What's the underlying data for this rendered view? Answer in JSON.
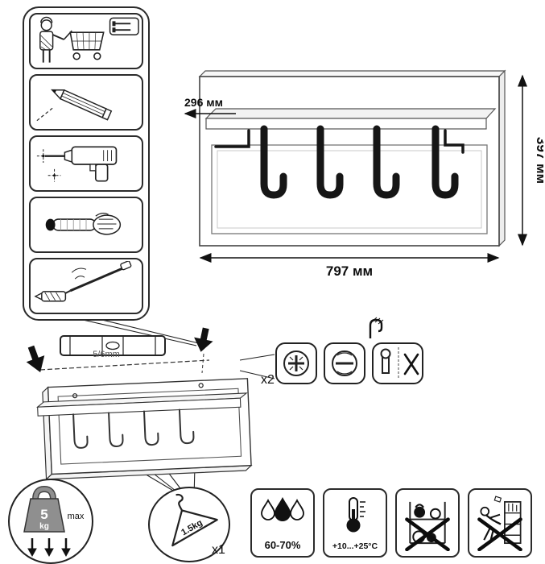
{
  "page": {
    "background": "#ffffff",
    "ink": "#1a1a1a",
    "accent_black": "#161616"
  },
  "product_view": {
    "width_label": "797 мм",
    "height_label": "397 мм",
    "depth_label": "296 мм",
    "hook_count": 4
  },
  "tools_steps": [
    {
      "icon": "person-shopping-cart-icon"
    },
    {
      "icon": "pencil-marking-icon"
    },
    {
      "icon": "drill-icon"
    },
    {
      "icon": "dowel-insert-icon"
    },
    {
      "icon": "anchor-screw-icon"
    }
  ],
  "installation": {
    "level_gap_label": "5/6mm",
    "fasteners_quantity": "x2",
    "fastener_icons": [
      "euro-screw-icon",
      "slotted-screw-icon",
      "keyhole-bracket-icon"
    ],
    "level_icon": "spirit-level-icon"
  },
  "load_limits": {
    "total_value": "5",
    "total_unit": "kg",
    "total_qualifier": "max",
    "total_icon": "weight-icon",
    "per_hook_value": "1.5kg",
    "per_hook_quantity": "x1",
    "per_hook_icon": "coat-hanger-icon"
  },
  "environment": {
    "humidity": "60-70%",
    "humidity_icon": "water-drops-icon",
    "temperature": "+10...+25°C",
    "temperature_icon": "thermometer-icon"
  },
  "warnings": [
    "no-heavy-objects-icon",
    "no-climbing-icon"
  ]
}
